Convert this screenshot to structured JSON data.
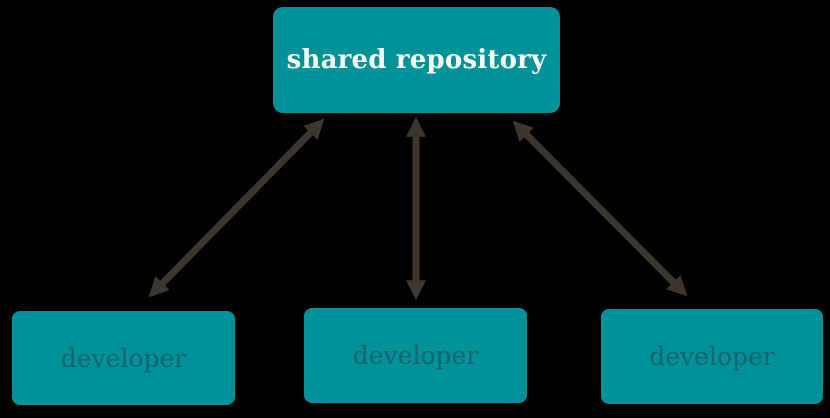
{
  "diagram": {
    "repository_node": {
      "label": "shared repository"
    },
    "developer_nodes": [
      {
        "label": "developer"
      },
      {
        "label": "developer"
      },
      {
        "label": "developer"
      }
    ],
    "colors": {
      "background": "#000000",
      "node_fill": "#009299",
      "title_text": "#FCF9F4",
      "developer_text": "#156470",
      "arrow": "#3C362F"
    }
  }
}
